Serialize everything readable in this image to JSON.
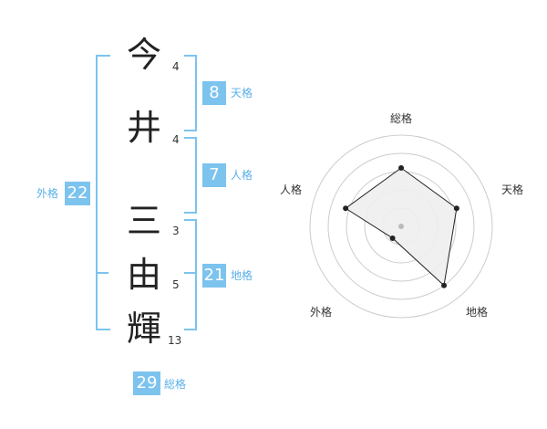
{
  "name": {
    "characters": [
      {
        "char": "今",
        "strokes": "4"
      },
      {
        "char": "井",
        "strokes": "4"
      },
      {
        "char": "三",
        "strokes": "3"
      },
      {
        "char": "由",
        "strokes": "5"
      },
      {
        "char": "輝",
        "strokes": "13"
      }
    ]
  },
  "fortunes": {
    "tenkaku": {
      "value": "8",
      "label": "天格"
    },
    "jinkaku": {
      "value": "7",
      "label": "人格"
    },
    "chikaku": {
      "value": "21",
      "label": "地格"
    },
    "gaikaku": {
      "value": "22",
      "label": "外格"
    },
    "soukaku": {
      "value": "29",
      "label": "総格"
    }
  },
  "radar": {
    "axes": [
      "総格",
      "天格",
      "地格",
      "外格",
      "人格"
    ],
    "levels": 5,
    "values": [
      4,
      4,
      5,
      1,
      4
    ],
    "max": 5,
    "colors": {
      "fill": "#eeeeee",
      "stroke": "#222222",
      "grid": "#cccccc",
      "center": "#bbbbbb"
    }
  }
}
